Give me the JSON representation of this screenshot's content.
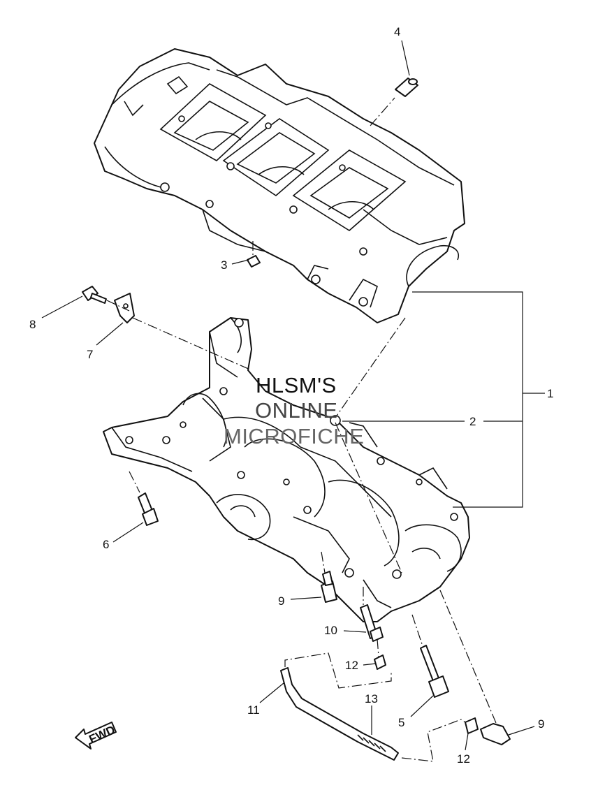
{
  "watermark": {
    "line1": "HLSM'S",
    "line2": "ONLINE",
    "line3": "MICROFICHE"
  },
  "fwd_label": "FWD",
  "callouts": [
    "1",
    "2",
    "3",
    "4",
    "5",
    "6",
    "7",
    "8",
    "9",
    "9",
    "10",
    "11",
    "12",
    "12",
    "13"
  ]
}
